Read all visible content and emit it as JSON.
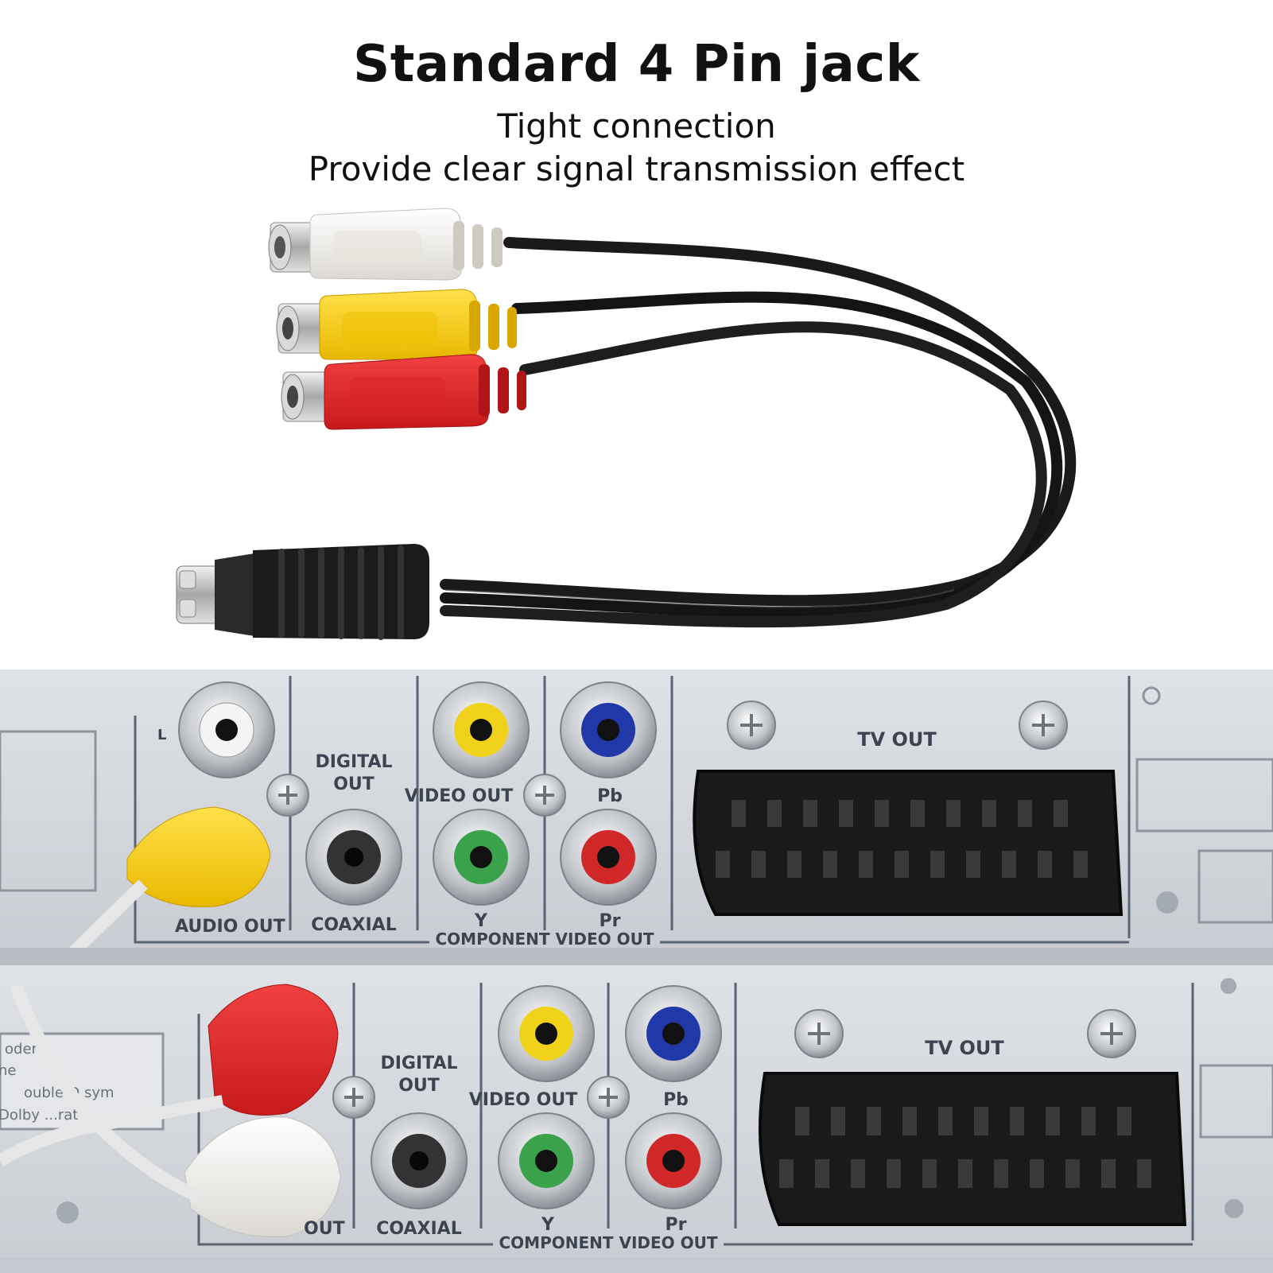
{
  "headline": {
    "title": "Standard 4 Pin jack",
    "line1": "Tight connection",
    "line2": "Provide clear signal transmission effect"
  },
  "panel_upper": {
    "l": "L",
    "audio_out": "AUDIO OUT",
    "digital_out": "DIGITAL\nOUT",
    "coaxial": "COAXIAL",
    "video_out": "VIDEO OUT",
    "pb": "Pb",
    "y": "Y",
    "pr": "Pr",
    "component": "COMPONENT VIDEO OUT",
    "tv_out": "TV OUT"
  },
  "panel_lower": {
    "out": "OUT",
    "digital_out": "DIGITAL\nOUT",
    "coaxial": "COAXIAL",
    "video_out": "VIDEO OUT",
    "pb": "Pb",
    "y": "Y",
    "pr": "Pr",
    "component": "COMPONENT VIDEO OUT",
    "tv_out": "TV OUT",
    "sticker": [
      "oder",
      "ne",
      "ouble-D sym",
      "Dolby ...rat"
    ]
  },
  "colors": {
    "white_plug": "#f2f0ec",
    "yellow_plug": "#f5cf1a",
    "red_plug": "#e12a2c",
    "cable": "#1a1a1a",
    "panel": "#d4d8dd",
    "jack_green": "#3aa24a",
    "jack_blue": "#2038a8",
    "jack_red": "#d02828",
    "jack_yellow": "#f1d21a"
  }
}
